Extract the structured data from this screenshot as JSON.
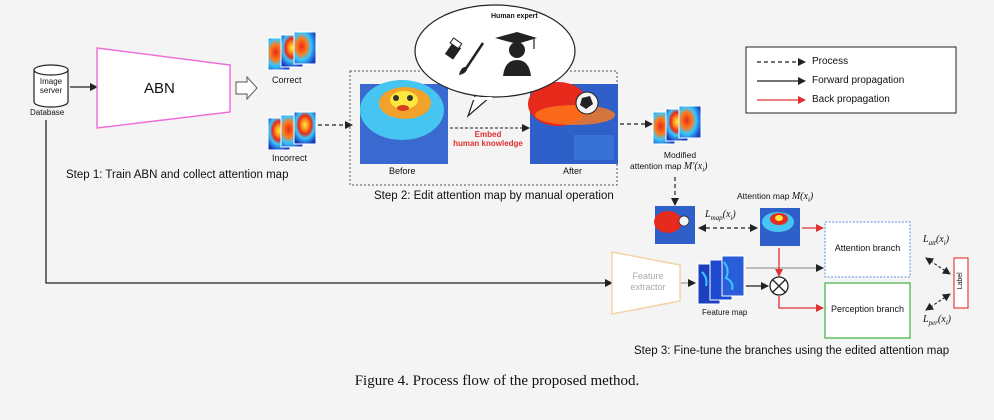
{
  "database": {
    "line1": "Image",
    "line2": "server",
    "caption": "Database"
  },
  "abn": "ABN",
  "correct": "Correct",
  "incorrect": "Incorrect",
  "step1": "Step 1: Train ABN and collect attention map",
  "human_expert": "Human expert",
  "embed": {
    "line1": "Embed",
    "line2": "human knowledge"
  },
  "before": "Before",
  "after": "After",
  "step2": "Step 2: Edit attention map by manual operation",
  "modified": {
    "line1": "Modified",
    "line2": "attention map",
    "symbol": "M′(x",
    "sub": "i",
    "close": ")"
  },
  "attention_map": {
    "label": "Attention map",
    "symbol": "M(x",
    "sub": "i",
    "close": ")"
  },
  "lmap": {
    "sym": "L",
    "sub": "map",
    "arg": "(x",
    "argsub": "i",
    "close": ")"
  },
  "latt": {
    "sym": "L",
    "sub": "att",
    "arg": "(x",
    "argsub": "i",
    "close": ")"
  },
  "lper": {
    "sym": "L",
    "sub": "per",
    "arg": "(x",
    "argsub": "i",
    "close": ")"
  },
  "feature_extractor": {
    "line1": "Feature",
    "line2": "extractor"
  },
  "feature_map": "Feature map",
  "attention_branch": "Attention branch",
  "perception_branch": "Perception branch",
  "label": "Label",
  "step3": "Step 3: Fine-tune the branches using the edited attention map",
  "legend": {
    "process": "Process",
    "forward": "Forward propagation",
    "back": "Back propagation"
  },
  "caption": "Figure 4. Process flow of the proposed method.",
  "colors": {
    "abn": "#f06ad8",
    "back": "#e03030",
    "attention_branch": "#5b8fe0",
    "perception_branch": "#3fae3f",
    "label_box": "#e03030",
    "feature_extractor": "#f1d3a4"
  }
}
